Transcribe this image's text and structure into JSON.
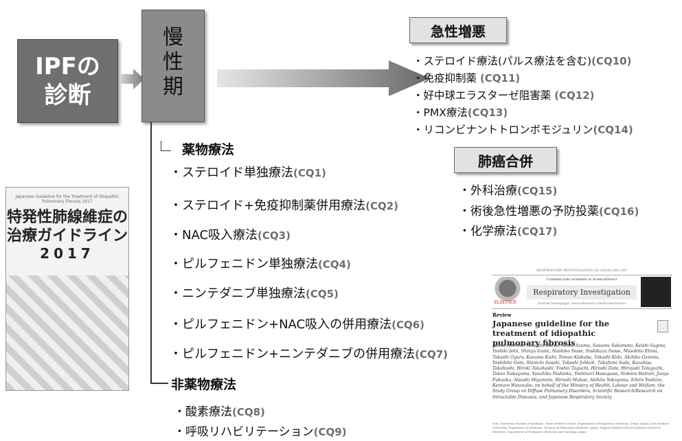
{
  "ipf_box": {
    "line1": "IPFの",
    "line2": "診断"
  },
  "chronic_box": {
    "chars": [
      "慢",
      "性",
      "期"
    ]
  },
  "acute": {
    "header": "急性増悪",
    "items": [
      {
        "label": "・ステロイド療法(パルス療法を含む)",
        "cq": "(CQ10)"
      },
      {
        "label": "・免疫抑制薬 ",
        "cq": " (CQ11)"
      },
      {
        "label": "・好中球エラスターゼ阻害薬 ",
        "cq": " (CQ12)"
      },
      {
        "label": "・PMX療法",
        "cq": "(CQ13)"
      },
      {
        "label": "・リコンビナントトロンボモジュリン",
        "cq": "(CQ14)"
      }
    ]
  },
  "lung_cancer": {
    "header": "肺癌合併",
    "items": [
      {
        "label": "・外科治療",
        "cq": "(CQ15)"
      },
      {
        "label": "・術後急性増悪の予防投薬",
        "cq": "(CQ16)"
      },
      {
        "label": "・化学療法",
        "cq": "(CQ17)"
      }
    ]
  },
  "drug_therapy": {
    "header": "薬物療法",
    "items": [
      {
        "label": "・ステロイド単独療法",
        "cq": "(CQ1)"
      },
      {
        "label": "・ステロイド+免疫抑制薬併用療法",
        "cq": "(CQ2)"
      },
      {
        "label": "・NAC吸入療法",
        "cq": "(CQ3)"
      },
      {
        "label": "・ピルフェニドン単独療法",
        "cq": "(CQ4)"
      },
      {
        "label": "・ニンテダニブ単独療法",
        "cq": "(CQ5)"
      },
      {
        "label": "・ピルフェニドン+NAC吸入の併用療法",
        "cq": "(CQ6)"
      },
      {
        "label": "・ピルフェニドン+ニンテダニブの併用療法",
        "cq": "(CQ7)"
      }
    ]
  },
  "non_drug_therapy": {
    "header": "非薬物療法",
    "items": [
      {
        "label": "・酸素療法",
        "cq": "(CQ8)"
      },
      {
        "label": "・呼吸リハビリテーション",
        "cq": "(CQ9)"
      }
    ]
  },
  "book_cover": {
    "subtitle_en": "Japanese Guideline for the Treatment of Idiopathic Pulmonary Fibrosis 2017",
    "title_line1": "特発性肺線維症の",
    "title_line2": "治療ガイドライン",
    "year": "2017"
  },
  "paper": {
    "journal_top": "RESPIRATORY INVESTIGATION 56 (2018) 268–291",
    "available": "Contents lists available at ScienceDirect",
    "journal": "Respiratory Investigation",
    "homepage": "journal homepage: www.elsevier.com/locate/resinv",
    "publisher": "ELSEVIER",
    "section": "Review",
    "title": "Japanese guideline for the treatment of idiopathic pulmonary fibrosis",
    "authors": "Sakae Homma, Masashi Bando, Arata Azuma, Susumu Sakamoto, Keishi Sugino, Yoshiki Ishii, Shinyu Izumi, Naohiko Inase, Yoshikazu Inoue, Masahito Ebina, Takashi Ogura, Kazuma Kishi, Tomoo Kishaba, Takashi Kido, Akihiko Gemma, Yoshihito Goto, Shinichi Sasaki, Takeshi Johkoh, Takafumi Suda, Kazuhisa Takahashi, Hiroki Takahashi, Yoshio Taguchi, Hiroshi Date, Hiroyuki Taniguchi, Takeo Nakayama, Yasuhiko Nishioka, Yoshinori Hasegawa, Noboru Hattori, Junya Fukuoka, Atsushi Miyamoto, Hiroshi Mukae, Akihito Yokoyama, Ichiro Yoshino, Kentaro Watanabe, on behalf of the Ministry of Health, Labour and Welfare, the Study Group on Diffuse Pulmonary Disorders, Scientific Research/Research on Intractable Diseases, and Japanese Respiratory Society",
    "affiliations": "Toho University, Faculty of Medicine, Omori Medical Center, Department of Respiratory Medicine, Tokyo, Japan; Jichi Medical University, Department of Medicine, Division of Pulmonary Medicine, Japan; Nippon Medical School Graduate School of Medicine, Department of Pulmonary Medicine and Oncology, Japan"
  }
}
